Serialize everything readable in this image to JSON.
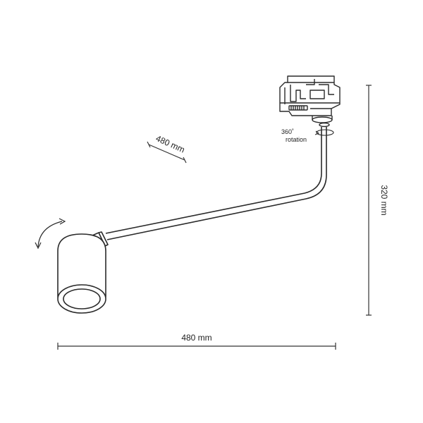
{
  "dimensions": {
    "width_bottom": "480 mm",
    "arm_length": "480 mm",
    "height_right": "320 mm"
  },
  "rotation": {
    "degrees": "360˚",
    "label": "rotation"
  },
  "colors": {
    "line": "#2a2a2a",
    "dimension": "#333333",
    "background": "#ffffff"
  }
}
